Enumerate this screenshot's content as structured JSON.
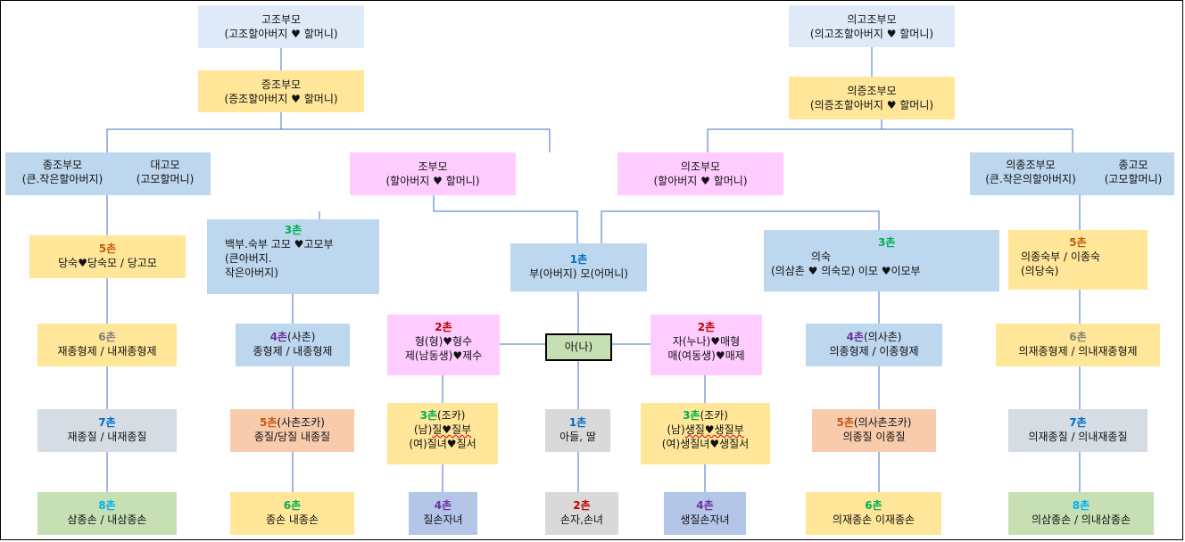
{
  "colors": {
    "line": "#4472C4",
    "deg_green": "#00B050",
    "deg_orange": "#C55A11",
    "deg_blue": "#0070C0",
    "deg_purple": "#7030A0",
    "deg_red": "#C00000",
    "deg_gray": "#7F7F7F",
    "deg_cyan": "#00B0F0"
  },
  "gogobumo": {
    "title": "고조부모",
    "sub": "(고조할아버지 ♥ 할머니)"
  },
  "jeungjobumo": {
    "title": "증조부모",
    "sub": "(증조할아버지 ♥ 할머니)"
  },
  "jongjobumo": {
    "left1": "종조부모",
    "left2": "(큰.작은할아버지)",
    "right1": "대고모",
    "right2": "(고모할머니)"
  },
  "jobumo": {
    "title": "조부모",
    "sub": "(할아버지 ♥ 할머니)"
  },
  "uigojobumo": {
    "title": "의고조부모",
    "sub": "(의고조할아버지 ♥ 할머니)"
  },
  "uijeungjobumo": {
    "title": "의증조부모",
    "sub": "(의증조할아버지 ♥ 할머니)"
  },
  "uijobumo": {
    "title": "의조부모",
    "sub": "(할아버지 ♥ 할머니)"
  },
  "uijongjobumo": {
    "left1": "의종조부모",
    "left2": "(큰.작은의할아버지)",
    "right1": "종고모",
    "right2": "(고모할머니)"
  },
  "l5": {
    "deg": "5촌",
    "text": "당숙♥당숙모  /  당고모"
  },
  "l6": {
    "deg": "6촌",
    "text": "재종형제 / 내재종형제"
  },
  "l7": {
    "deg": "7촌",
    "text": "재종질 / 내재종질"
  },
  "l8": {
    "deg": "8촌",
    "text": "삼종손  /  내삼종손"
  },
  "uncle3": {
    "deg": "3촌",
    "line1": "백부.숙부    고모 ♥고모부",
    "line2": "(큰아버지.",
    "line3": "작은아버지)"
  },
  "cousin4": {
    "deg": "4촌",
    "degsuffix": "(사촌)",
    "text": "종형제 / 내종형제"
  },
  "cousin5": {
    "deg": "5촌",
    "degsuffix": "(사촌조카)",
    "text": "종질/당질   내종질"
  },
  "cousin6": {
    "deg": "6촌",
    "text": "종손     내종손"
  },
  "parents": {
    "deg": "1촌",
    "text": "부(아버지) 모(어머니)"
  },
  "me": {
    "text": "아(나)"
  },
  "elder2": {
    "deg": "2촌",
    "line1": "형(형)♥형수",
    "line2": "제(남동생)♥제수"
  },
  "sister2": {
    "deg": "2촌",
    "line1": "자(누나)♥매형",
    "line2": "매(여동생)♥매제"
  },
  "nephew3": {
    "deg": "3촌",
    "degsuffix": "(조카)",
    "line1a": "(남)",
    "line1b": "질♥질부",
    "line2": "(여)질녀♥질서"
  },
  "niece3": {
    "deg": "3촌",
    "degsuffix": "(조카)",
    "line1a": "(남)",
    "line1b": "생질♥생질부",
    "line2": "(여)생질녀♥생질서"
  },
  "child1": {
    "deg": "1촌",
    "text": "아들, 딸"
  },
  "grand2": {
    "deg": "2촌",
    "text": "손자,손녀"
  },
  "jilson4": {
    "deg": "4촌",
    "text": "질손자녀"
  },
  "saengjil4": {
    "deg": "4촌",
    "text": "생질손자녀"
  },
  "uisuk3": {
    "deg": "3촌",
    "line1": "의숙",
    "line2": "(의삼촌 ♥ 의숙모)    이모 ♥이모부"
  },
  "uisachon4": {
    "deg": "4촌",
    "degsuffix": "(의사촌)",
    "text": "의종형제 / 이종형제"
  },
  "uijo5": {
    "deg": "5촌",
    "degsuffix": "(의사촌조카)",
    "text": "의종질    이종질"
  },
  "uijae6": {
    "deg": "6촌",
    "text": "의재종손     이재종손"
  },
  "r5": {
    "deg": "5촌",
    "line1": "의종숙부  / 이종숙",
    "line2": "(의당숙)"
  },
  "r6": {
    "deg": "6촌",
    "text": "의재종형제 / 의내재종형제"
  },
  "r7": {
    "deg": "7촌",
    "text": "의재종질 / 의내재종질"
  },
  "r8": {
    "deg": "8촌",
    "text": "의삼종손  /  의내삼종손"
  }
}
